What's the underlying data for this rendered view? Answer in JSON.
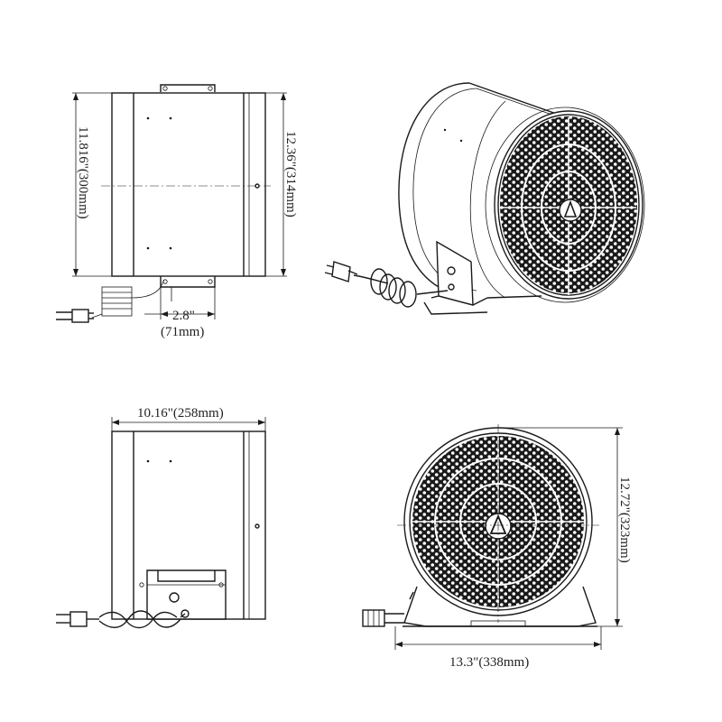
{
  "dimensions": {
    "height_inner": "11.816\"(300mm)",
    "height_outer": "12.36\"(314mm)",
    "bracket_offset_in": "2.8\"",
    "bracket_offset_mm": "(71mm)",
    "length": "10.16\"(258mm)",
    "front_height": "12.72\"(323mm)",
    "base_width": "13.3\"(338mm)"
  },
  "colors": {
    "line": "#1a1a1a",
    "background": "#ffffff"
  },
  "icons": {
    "grille": "hex-mesh-grille",
    "plug": "power-plug-icon",
    "cord": "coiled-cord"
  }
}
